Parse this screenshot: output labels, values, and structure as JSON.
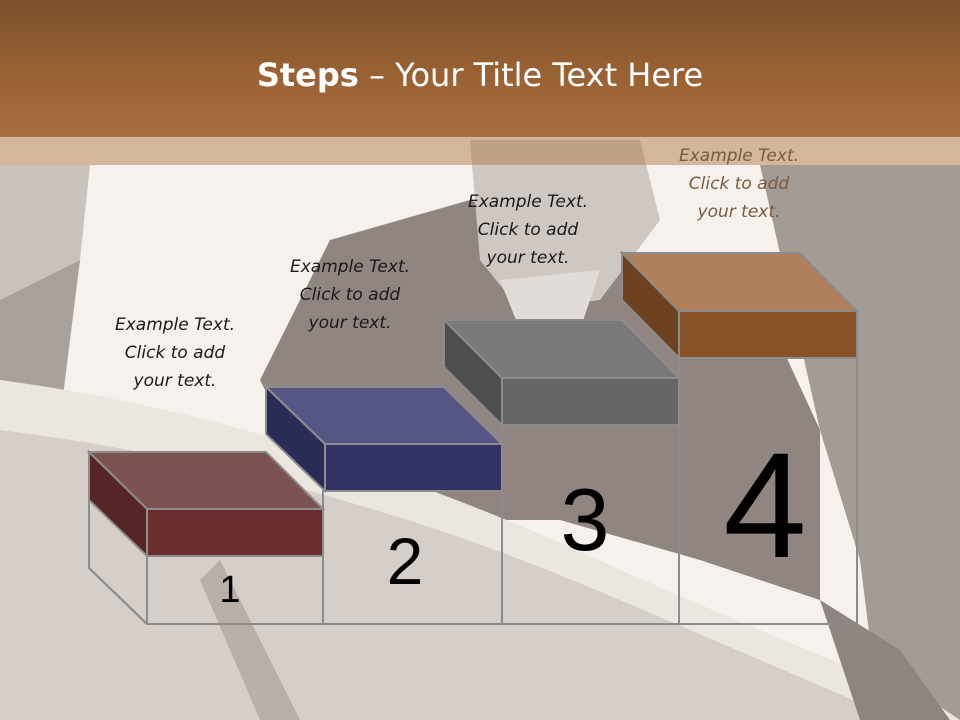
{
  "title": {
    "bold": "Steps",
    "rest": " – Your Title Text Here"
  },
  "steps": [
    {
      "number": "1",
      "caption": [
        "Example Text.",
        "Click  to add",
        "your text."
      ]
    },
    {
      "number": "2",
      "caption": [
        "Example Text.",
        "Click  to add",
        "your text."
      ]
    },
    {
      "number": "3",
      "caption": [
        "Example Text.",
        "Click  to add",
        "your text."
      ]
    },
    {
      "number": "4",
      "caption": [
        "Example Text.",
        "Click  to add",
        "your text."
      ]
    }
  ],
  "colors": {
    "header": "#9a6234",
    "step1": "#6b2d2d",
    "step2": "#333366",
    "step3": "#666666",
    "step4": "#8a5228"
  }
}
